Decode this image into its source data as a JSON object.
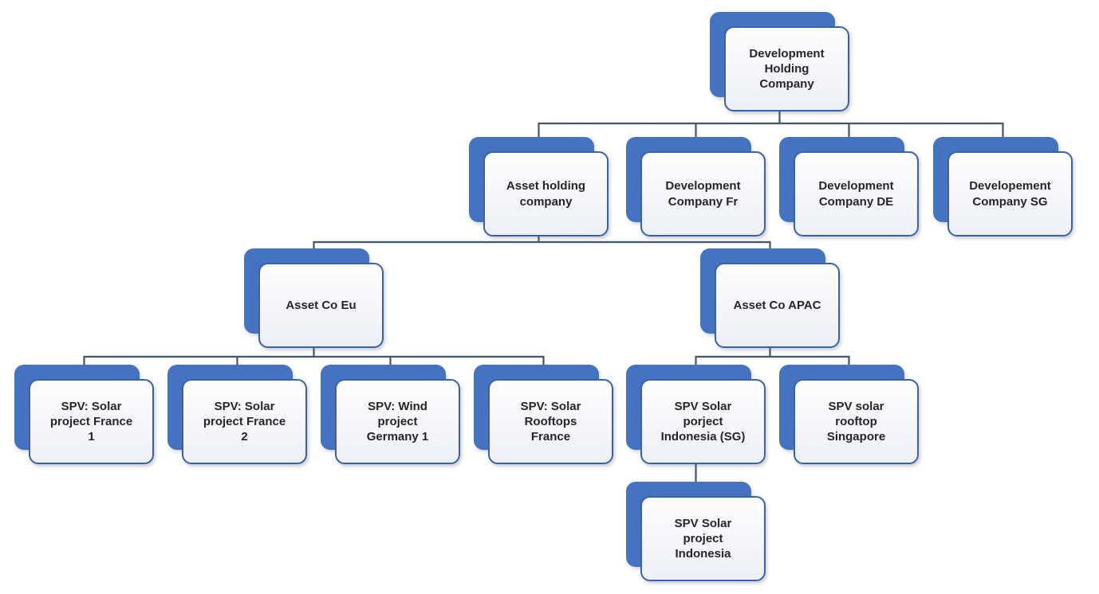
{
  "diagram": {
    "type": "org-chart",
    "colors": {
      "shadow_fill": "#4673c1",
      "card_border": "#3a62a8",
      "card_fill_top": "#fdfdfe",
      "card_fill_bottom": "#edf0f7",
      "connector": "#44546a",
      "text": "#262626",
      "background": "#ffffff"
    },
    "nodes": [
      {
        "id": "dev-holding",
        "label": "Development Holding Company",
        "parent": null
      },
      {
        "id": "asset-holding",
        "label": "Asset holding company",
        "parent": "dev-holding"
      },
      {
        "id": "dev-fr",
        "label": "Development Company Fr",
        "parent": "dev-holding"
      },
      {
        "id": "dev-de",
        "label": "Development Company DE",
        "parent": "dev-holding"
      },
      {
        "id": "dev-sg",
        "label": "Developement Company SG",
        "parent": "dev-holding"
      },
      {
        "id": "asset-eu",
        "label": "Asset Co Eu",
        "parent": "asset-holding"
      },
      {
        "id": "asset-apac",
        "label": "Asset Co APAC",
        "parent": "asset-holding"
      },
      {
        "id": "spv-fr1",
        "label": "SPV: Solar project France 1",
        "parent": "asset-eu"
      },
      {
        "id": "spv-fr2",
        "label": "SPV: Solar project France 2",
        "parent": "asset-eu"
      },
      {
        "id": "spv-de1",
        "label": "SPV: Wind project Germany 1",
        "parent": "asset-eu"
      },
      {
        "id": "spv-roof-fr",
        "label": "SPV: Solar Rooftops France",
        "parent": "asset-eu"
      },
      {
        "id": "spv-indo-sg",
        "label": "SPV Solar porject Indonesia (SG)",
        "parent": "asset-apac"
      },
      {
        "id": "spv-roof-sg",
        "label": "SPV solar rooftop Singapore",
        "parent": "asset-apac"
      },
      {
        "id": "spv-indo",
        "label": "SPV Solar project Indonesia",
        "parent": "spv-indo-sg"
      }
    ]
  }
}
